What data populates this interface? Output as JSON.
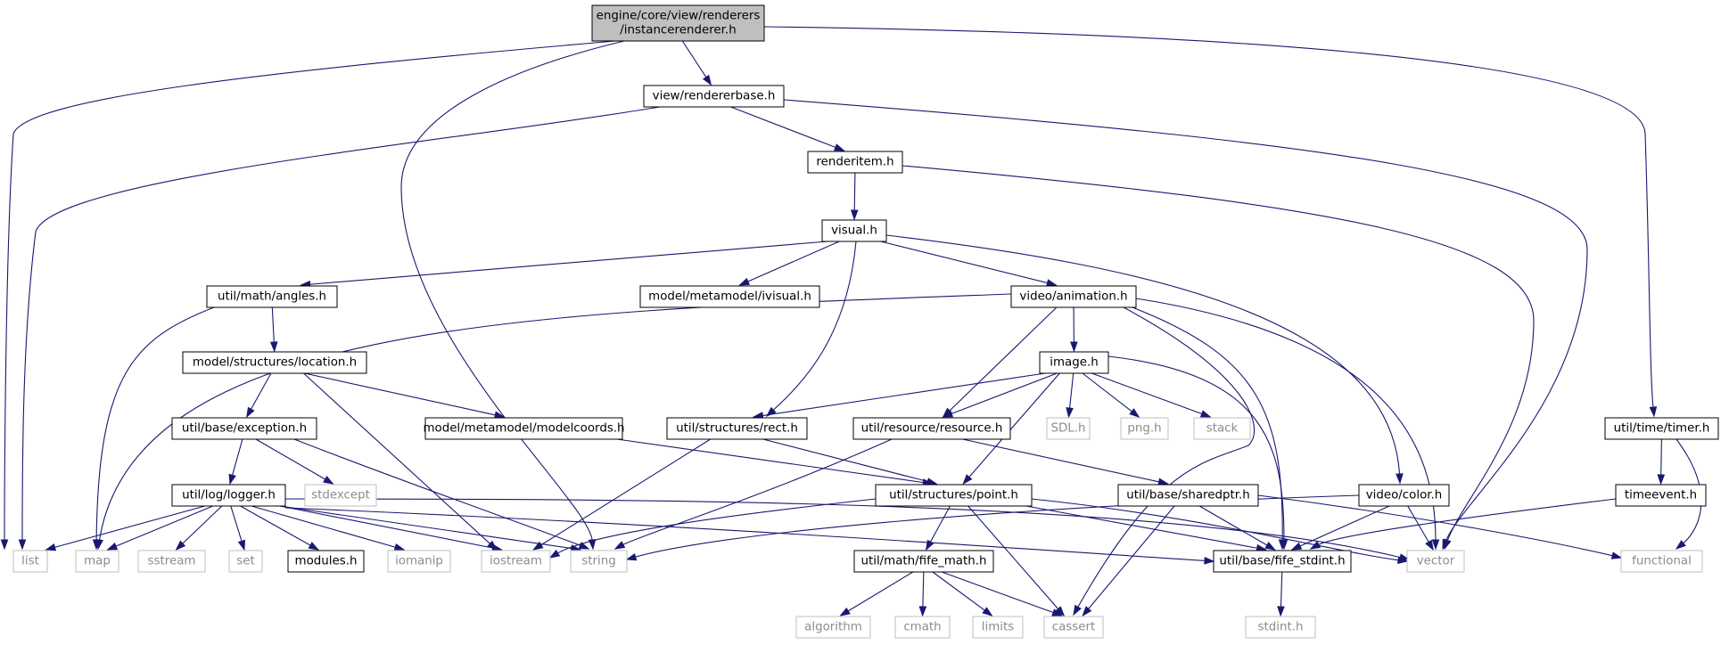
{
  "diagram": {
    "colors": {
      "edge": "#191970",
      "root_fill": "#bfbfbf",
      "project_border": "#000000",
      "system_border": "#bfbfbf",
      "system_text": "#8c8c8c"
    },
    "nodes": [
      {
        "id": "root",
        "kind": "root",
        "lines": [
          "engine/core/view/renderers",
          "/instancerenderer.h"
        ]
      },
      {
        "id": "rendererbase",
        "kind": "proj",
        "lines": [
          "view/rendererbase.h"
        ]
      },
      {
        "id": "renderitem",
        "kind": "proj",
        "lines": [
          "renderitem.h"
        ]
      },
      {
        "id": "visual",
        "kind": "proj",
        "lines": [
          "visual.h"
        ]
      },
      {
        "id": "angles",
        "kind": "proj",
        "lines": [
          "util/math/angles.h"
        ]
      },
      {
        "id": "ivisual",
        "kind": "proj",
        "lines": [
          "model/metamodel/ivisual.h"
        ]
      },
      {
        "id": "animation",
        "kind": "proj",
        "lines": [
          "video/animation.h"
        ]
      },
      {
        "id": "location",
        "kind": "proj",
        "lines": [
          "model/structures/location.h"
        ]
      },
      {
        "id": "image",
        "kind": "proj",
        "lines": [
          "image.h"
        ]
      },
      {
        "id": "exception",
        "kind": "proj",
        "lines": [
          "util/base/exception.h"
        ]
      },
      {
        "id": "modelcoords",
        "kind": "proj",
        "lines": [
          "model/metamodel/modelcoords.h"
        ]
      },
      {
        "id": "rect",
        "kind": "proj",
        "lines": [
          "util/structures/rect.h"
        ]
      },
      {
        "id": "resource",
        "kind": "proj",
        "lines": [
          "util/resource/resource.h"
        ]
      },
      {
        "id": "sdl",
        "kind": "sys",
        "lines": [
          "SDL.h"
        ]
      },
      {
        "id": "png",
        "kind": "sys",
        "lines": [
          "png.h"
        ]
      },
      {
        "id": "stack",
        "kind": "sys",
        "lines": [
          "stack"
        ]
      },
      {
        "id": "timer",
        "kind": "proj",
        "lines": [
          "util/time/timer.h"
        ]
      },
      {
        "id": "stdexcept",
        "kind": "sys",
        "lines": [
          "stdexcept"
        ]
      },
      {
        "id": "logger",
        "kind": "proj",
        "lines": [
          "util/log/logger.h"
        ]
      },
      {
        "id": "point",
        "kind": "proj",
        "lines": [
          "util/structures/point.h"
        ]
      },
      {
        "id": "sharedptr",
        "kind": "proj",
        "lines": [
          "util/base/sharedptr.h"
        ]
      },
      {
        "id": "color",
        "kind": "proj",
        "lines": [
          "video/color.h"
        ]
      },
      {
        "id": "timeevent",
        "kind": "proj",
        "lines": [
          "timeevent.h"
        ]
      },
      {
        "id": "list",
        "kind": "sys",
        "lines": [
          "list"
        ]
      },
      {
        "id": "map",
        "kind": "sys",
        "lines": [
          "map"
        ]
      },
      {
        "id": "sstream",
        "kind": "sys",
        "lines": [
          "sstream"
        ]
      },
      {
        "id": "set",
        "kind": "sys",
        "lines": [
          "set"
        ]
      },
      {
        "id": "modules",
        "kind": "proj",
        "lines": [
          "modules.h"
        ]
      },
      {
        "id": "iomanip",
        "kind": "sys",
        "lines": [
          "iomanip"
        ]
      },
      {
        "id": "iostream",
        "kind": "sys",
        "lines": [
          "iostream"
        ]
      },
      {
        "id": "string",
        "kind": "sys",
        "lines": [
          "string"
        ]
      },
      {
        "id": "fife_math",
        "kind": "proj",
        "lines": [
          "util/math/fife_math.h"
        ]
      },
      {
        "id": "fife_stdint",
        "kind": "proj",
        "lines": [
          "util/base/fife_stdint.h"
        ]
      },
      {
        "id": "vector",
        "kind": "sys",
        "lines": [
          "vector"
        ]
      },
      {
        "id": "functional",
        "kind": "sys",
        "lines": [
          "functional"
        ]
      },
      {
        "id": "algorithm",
        "kind": "sys",
        "lines": [
          "algorithm"
        ]
      },
      {
        "id": "cmath",
        "kind": "sys",
        "lines": [
          "cmath"
        ]
      },
      {
        "id": "limits",
        "kind": "sys",
        "lines": [
          "limits"
        ]
      },
      {
        "id": "cassert",
        "kind": "sys",
        "lines": [
          "cassert"
        ]
      },
      {
        "id": "stdint",
        "kind": "sys",
        "lines": [
          "stdint.h"
        ]
      }
    ],
    "edges": [
      [
        "root",
        "list"
      ],
      [
        "root",
        "string"
      ],
      [
        "root",
        "rendererbase"
      ],
      [
        "root",
        "timer"
      ],
      [
        "rendererbase",
        "list"
      ],
      [
        "rendererbase",
        "renderitem"
      ],
      [
        "rendererbase",
        "vector"
      ],
      [
        "renderitem",
        "visual"
      ],
      [
        "renderitem",
        "vector"
      ],
      [
        "visual",
        "angles"
      ],
      [
        "visual",
        "ivisual"
      ],
      [
        "visual",
        "animation"
      ],
      [
        "visual",
        "rect"
      ],
      [
        "visual",
        "color"
      ],
      [
        "angles",
        "map"
      ],
      [
        "angles",
        "location"
      ],
      [
        "animation",
        "map"
      ],
      [
        "animation",
        "image"
      ],
      [
        "animation",
        "resource"
      ],
      [
        "animation",
        "cassert"
      ],
      [
        "animation",
        "fife_stdint"
      ],
      [
        "animation",
        "vector"
      ],
      [
        "location",
        "exception"
      ],
      [
        "location",
        "modelcoords"
      ],
      [
        "location",
        "iostream"
      ],
      [
        "image",
        "rect"
      ],
      [
        "image",
        "resource"
      ],
      [
        "image",
        "point"
      ],
      [
        "image",
        "sdl"
      ],
      [
        "image",
        "png"
      ],
      [
        "image",
        "stack"
      ],
      [
        "image",
        "fife_stdint"
      ],
      [
        "exception",
        "logger"
      ],
      [
        "exception",
        "stdexcept"
      ],
      [
        "exception",
        "string"
      ],
      [
        "modelcoords",
        "point"
      ],
      [
        "rect",
        "point"
      ],
      [
        "rect",
        "iostream"
      ],
      [
        "resource",
        "sharedptr"
      ],
      [
        "resource",
        "string"
      ],
      [
        "timer",
        "timeevent"
      ],
      [
        "timer",
        "functional"
      ],
      [
        "timeevent",
        "fife_stdint"
      ],
      [
        "logger",
        "list"
      ],
      [
        "logger",
        "map"
      ],
      [
        "logger",
        "sstream"
      ],
      [
        "logger",
        "set"
      ],
      [
        "logger",
        "modules"
      ],
      [
        "logger",
        "iomanip"
      ],
      [
        "logger",
        "iostream"
      ],
      [
        "logger",
        "string"
      ],
      [
        "logger",
        "vector"
      ],
      [
        "logger",
        "fife_stdint"
      ],
      [
        "point",
        "iostream"
      ],
      [
        "point",
        "fife_math"
      ],
      [
        "point",
        "cassert"
      ],
      [
        "point",
        "fife_stdint"
      ],
      [
        "point",
        "vector"
      ],
      [
        "sharedptr",
        "fife_stdint"
      ],
      [
        "sharedptr",
        "cassert"
      ],
      [
        "sharedptr",
        "functional"
      ],
      [
        "color",
        "string"
      ],
      [
        "color",
        "fife_stdint"
      ],
      [
        "color",
        "vector"
      ],
      [
        "fife_math",
        "algorithm"
      ],
      [
        "fife_math",
        "cmath"
      ],
      [
        "fife_math",
        "limits"
      ],
      [
        "fife_math",
        "cassert"
      ],
      [
        "fife_stdint",
        "stdint"
      ]
    ]
  }
}
